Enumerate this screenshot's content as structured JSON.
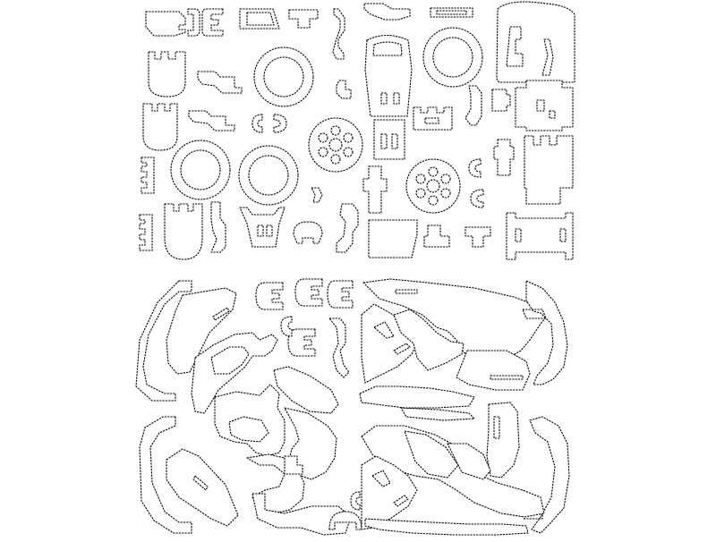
{
  "drawing": {
    "kind": "laser-cut parts layout",
    "line_style": "dashed outline",
    "line_color": "#000000",
    "background_color": "#ffffff",
    "sections": [
      "small-parts-sheet",
      "large-parts-sheet"
    ]
  }
}
